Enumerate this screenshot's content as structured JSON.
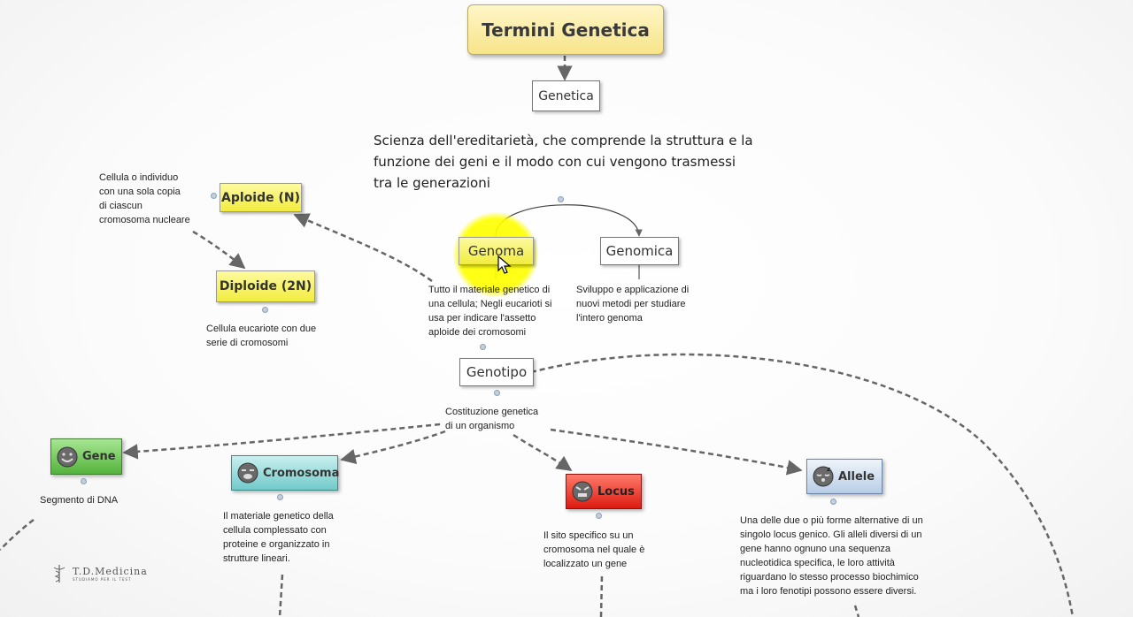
{
  "title": "Termini Genetica",
  "nodes": {
    "genetica": "Genetica",
    "genoma": "Genoma",
    "genomica": "Genomica",
    "aploide": "Aploide (N)",
    "diploide": "Diploide  (2N)",
    "genotipo": "Genotipo",
    "gene": "Gene",
    "cromosoma": "Cromosoma",
    "locus": "Locus",
    "allele": "Allele"
  },
  "descriptions": {
    "genetica": "Scienza dell'ereditarietà, che comprende la struttura e la\nfunzione dei geni e il modo con cui vengono trasmessi\ntra le generazioni",
    "aploide": "Cellula o individuo\ncon una sola copia\ndi ciascun\ncromosoma nucleare",
    "diploide": "Cellula eucariote con due\nserie di cromosomi",
    "genoma": "Tutto il materiale genetico di\nuna cellula; Negli eucarioti si\nusa per indicare l'assetto\naploide dei cromosomi",
    "genomica": "Sviluppo e applicazione di\nnuovi metodi per studiare\nl'intero genoma",
    "genotipo": "Costituzione genetica\ndi un organismo",
    "gene": "Segmento di DNA",
    "cromosoma": "Il materiale genetico della\ncellula complessato con\nproteine e organizzato in\nstrutture lineari.",
    "locus": "Il sito specifico su un\ncromosoma nel quale è\nlocalizzato un gene",
    "allele": "Una delle due o più forme alternative di un\nsingolo locus genico. Gli alleli diversi di un\ngene hanno ognuno una sequenza\nnucleotidica specifica, le loro attività\nriguardano lo stesso processo biochimico\nma i loro fenotipi possono essere diversi."
  },
  "logo": {
    "name": "T.D.Medicina",
    "tagline": "STUDIAMO PER IL TEST"
  },
  "colors": {
    "title_fill": "#f7e48a",
    "yellow_fill": "#f2ec3e",
    "gene_fill": "#53b33b",
    "cromosoma_fill": "#72caca",
    "locus_fill": "#dd1b12",
    "allele_fill": "#b8cde6",
    "link": "#666666"
  },
  "icons": {
    "gene": "smiley-face-icon",
    "cromosoma": "crying-face-icon",
    "locus": "angry-face-icon",
    "allele": "sleeping-face-icon",
    "cursor": "mouse-pointer-icon"
  }
}
